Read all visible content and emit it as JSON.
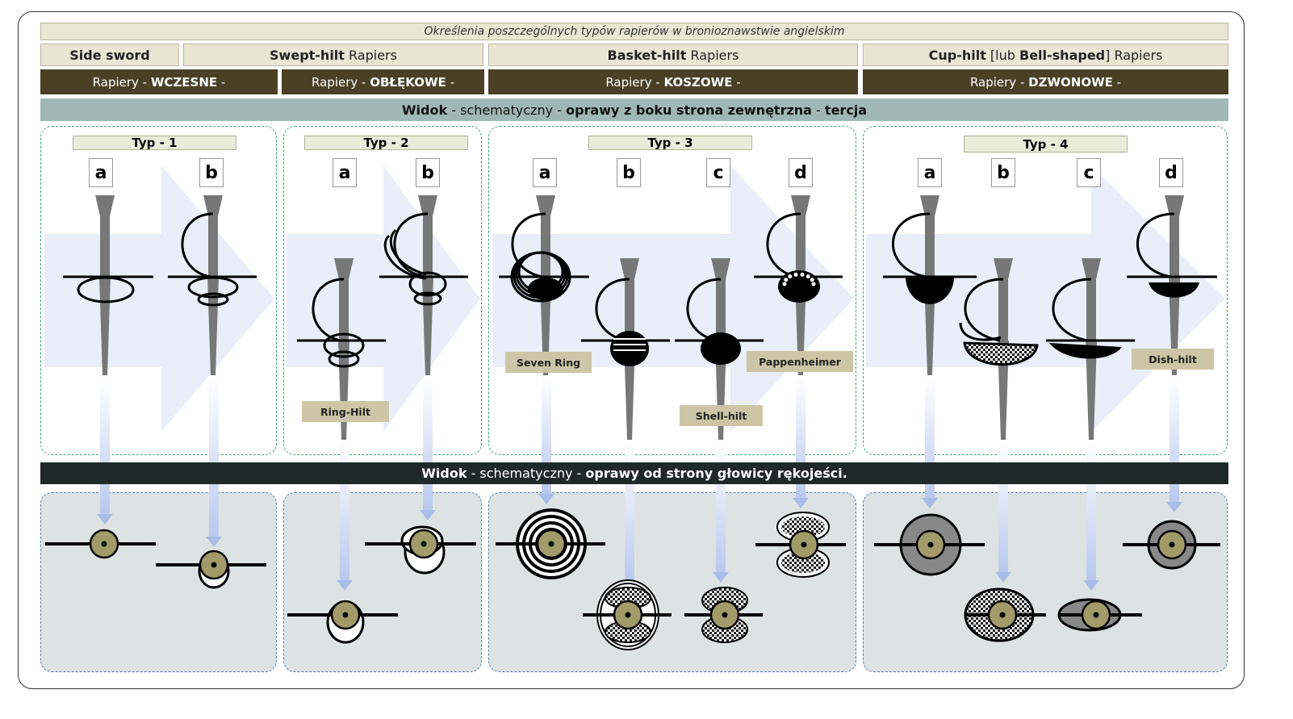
{
  "caption": "Określenia poszczególnych typów rapierów w bronioznawstwie angielskim",
  "en_names": {
    "side": {
      "bold": "Side sword",
      "rest": ""
    },
    "swept": {
      "bold": "Swept-hilt",
      "rest": " Rapiers"
    },
    "basket": {
      "bold": "Basket-hilt",
      "rest": " Rapiers"
    },
    "cup": {
      "bold": "Cup-hilt",
      "mid": " [lub ",
      "bold2": "Bell-shaped",
      "rest": "] Rapiers"
    }
  },
  "pl_names": {
    "prefix": "Rapiery - ",
    "suffix": " -",
    "early": "WCZESNE",
    "ring": "OBŁĘKOWE",
    "basket": "KOSZOWE",
    "bell": "DZWONOWE"
  },
  "view_side": {
    "w1": "Widok",
    "s1": " - schematyczny - ",
    "b2": "oprawy z boku strona zewnętrzna",
    "s2": " - ",
    "b3": "tercja"
  },
  "view_top": {
    "w1": "Widok",
    "s1": " - schematyczny - ",
    "b2": "oprawy od strony głowicy rękojeści."
  },
  "types": [
    "Typ - 1",
    "Typ - 2",
    "Typ - 3",
    "Typ - 4"
  ],
  "letters": [
    "a",
    "b",
    "c",
    "d"
  ],
  "labels": {
    "ring_hilt": "Ring-Hilt",
    "seven_ring": "Seven Ring",
    "shell_hilt": "Shell-hilt",
    "pappenheimer": "Pappenheimer",
    "dish_hilt": "Dish-hilt"
  },
  "colors": {
    "blade": "#777777",
    "pommel": "#a39a6a",
    "dark_band": "#4b4026",
    "teal_band": "#9fb8b5",
    "black_band": "#1f2a28"
  }
}
